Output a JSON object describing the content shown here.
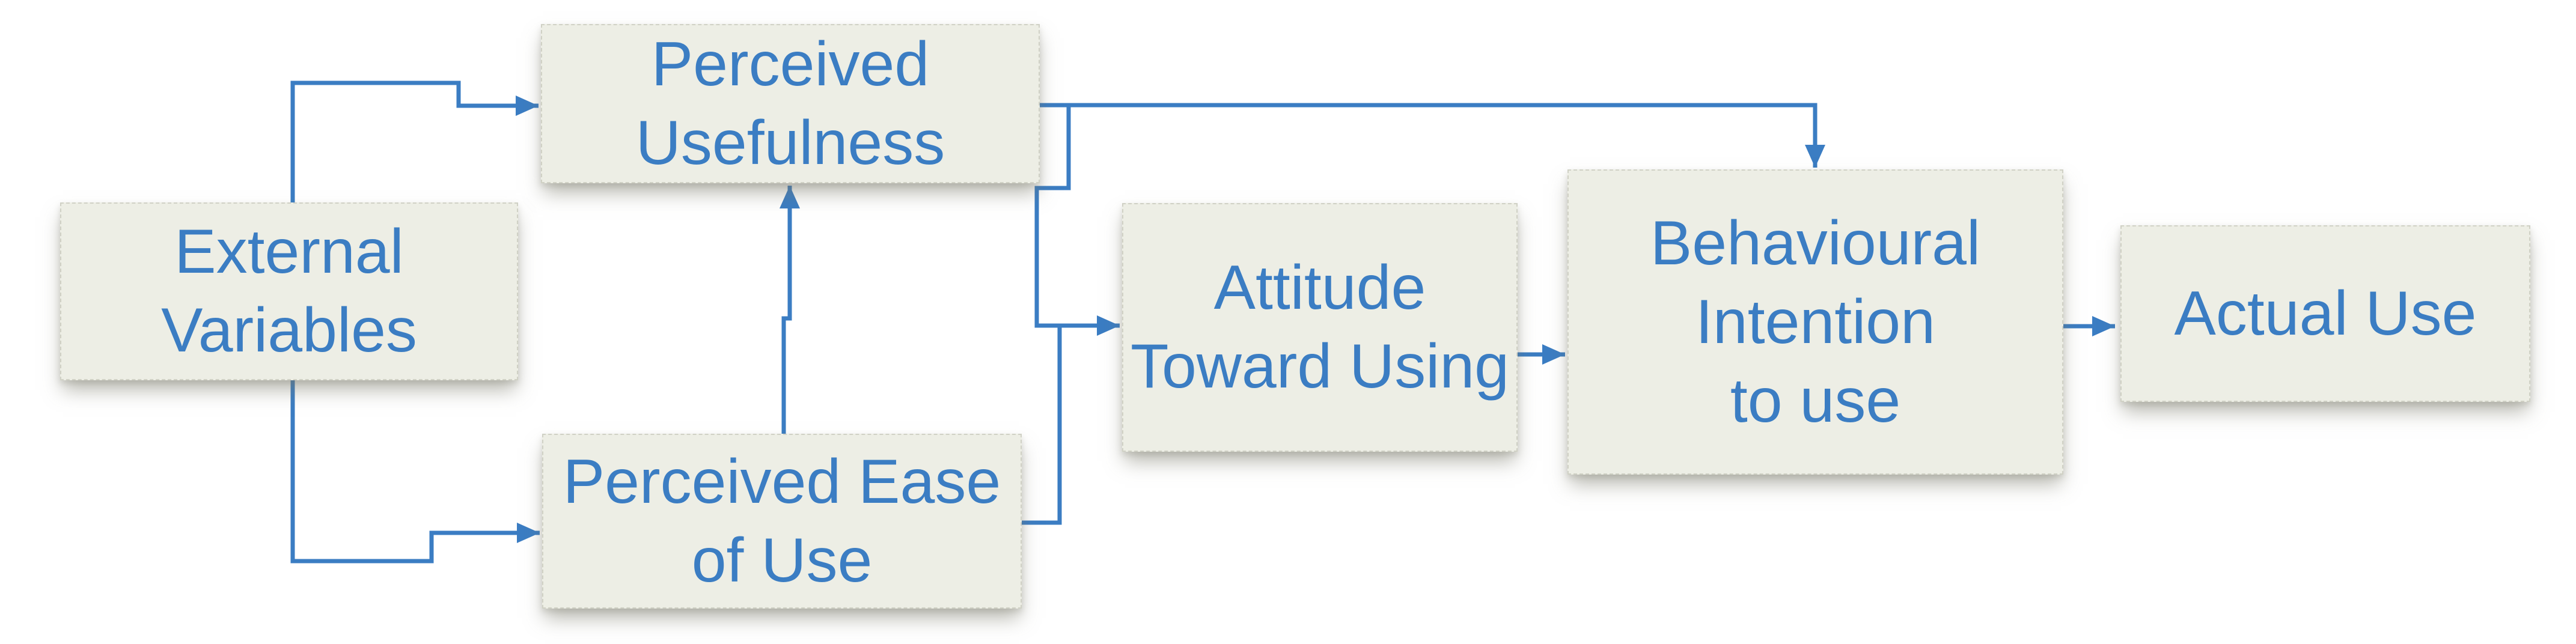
{
  "diagram": {
    "type": "flow-diagram",
    "background": "#ffffff",
    "colors": {
      "text": "#3b7dc3",
      "line": "#3b7dc3",
      "box_fill": "#edeee5"
    },
    "nodes": {
      "external_variables": {
        "label": "External\nVariables"
      },
      "perceived_usefulness": {
        "label": "Perceived\nUsefulness"
      },
      "perceived_ease_of_use": {
        "label": "Perceived Ease\nof Use"
      },
      "attitude_toward_using": {
        "label": "Attitude\nToward Using"
      },
      "behavioural_intention": {
        "label": "Behavioural\nIntention\nto use"
      },
      "actual_use": {
        "label": "Actual Use"
      }
    },
    "edges": [
      {
        "from": "external_variables",
        "to": "perceived_usefulness"
      },
      {
        "from": "external_variables",
        "to": "perceived_ease_of_use"
      },
      {
        "from": "perceived_ease_of_use",
        "to": "perceived_usefulness"
      },
      {
        "from": "perceived_usefulness",
        "to": "behavioural_intention"
      },
      {
        "from": "perceived_usefulness",
        "to": "attitude_toward_using"
      },
      {
        "from": "perceived_ease_of_use",
        "to": "attitude_toward_using"
      },
      {
        "from": "attitude_toward_using",
        "to": "behavioural_intention"
      },
      {
        "from": "behavioural_intention",
        "to": "actual_use"
      }
    ]
  }
}
